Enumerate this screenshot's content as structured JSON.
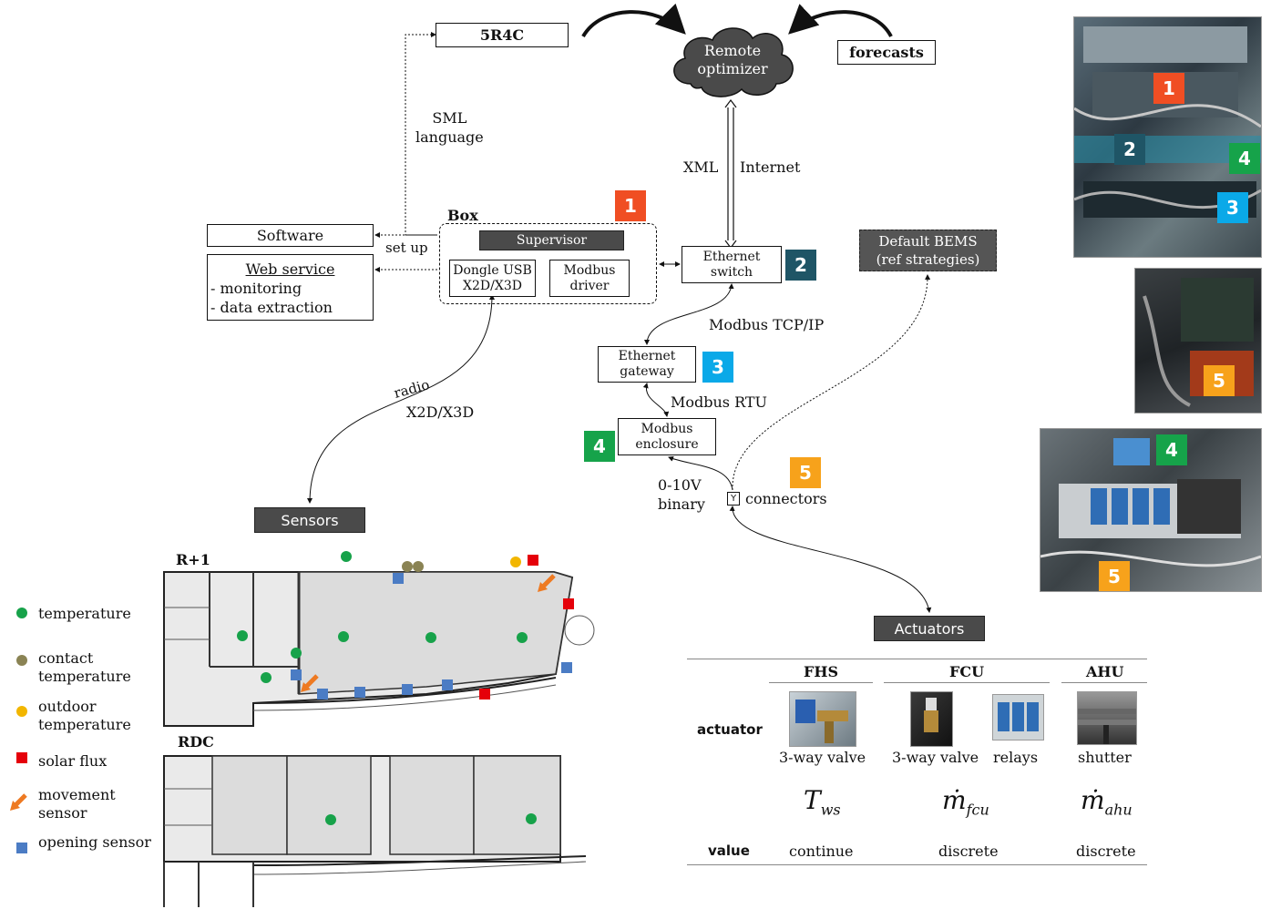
{
  "colors": {
    "badge1": "#f04e23",
    "badge2": "#1f5566",
    "badge3": "#0aa9e8",
    "badge4": "#16a34a",
    "badge5": "#f7a21b",
    "temperature": "#17a24a",
    "contact": "#8a8354",
    "outdoor": "#f2b600",
    "solar": "#e5000a",
    "opening": "#4b7cc4",
    "movement": "#ee7a22"
  },
  "top": {
    "s4": "5R4C",
    "remote": "Remote optimizer",
    "remote_l1": "Remote",
    "remote_l2": "optimizer",
    "forecasts": "forecasts",
    "sml_l1": "SML",
    "sml_l2": "language",
    "xml": "XML",
    "internet": "Internet"
  },
  "box": {
    "title": "Box",
    "supervisor": "Supervisor",
    "dongle_l1": "Dongle USB",
    "dongle_l2": "X2D/X3D",
    "modbus_l1": "Modbus",
    "modbus_l2": "driver",
    "setup": "set up"
  },
  "left": {
    "software": "Software",
    "web_service": "Web service",
    "monitoring": "monitoring",
    "extraction": "data extraction",
    "dash": "-"
  },
  "net": {
    "eth_switch_l1": "Ethernet",
    "eth_switch_l2": "switch",
    "default_l1": "Default BEMS",
    "default_l2": "(ref strategies)",
    "tcp": "Modbus TCP/IP",
    "eth_gw_l1": "Ethernet",
    "eth_gw_l2": "gateway",
    "rtu": "Modbus RTU",
    "enc_l1": "Modbus",
    "enc_l2": "enclosure",
    "v_l1": "0-10V",
    "v_l2": "binary",
    "connectors": "connectors",
    "conn_symbol": "Y",
    "radio": "radio",
    "x2d": "X2D/X3D",
    "sensors": "Sensors",
    "actuators": "Actuators"
  },
  "badges": [
    "1",
    "2",
    "3",
    "4",
    "5"
  ],
  "floors": {
    "r1": "R+1",
    "rdc": "RDC"
  },
  "legend": [
    {
      "icon": "green-dot",
      "lines": [
        "temperature"
      ]
    },
    {
      "icon": "olive-dot",
      "lines": [
        "contact",
        "temperature"
      ]
    },
    {
      "icon": "yellow-dot",
      "lines": [
        "outdoor",
        "temperature"
      ]
    },
    {
      "icon": "red-square",
      "lines": [
        "solar flux"
      ]
    },
    {
      "icon": "orange-arrow",
      "lines": [
        "movement",
        "sensor"
      ]
    },
    {
      "icon": "blue-square",
      "lines": [
        "opening sensor"
      ]
    }
  ],
  "table": {
    "groups": [
      "FHS",
      "FCU",
      "AHU"
    ],
    "row_actuator": "actuator",
    "row_value": "value",
    "devices": [
      "3-way valve",
      "3-way valve",
      "relays",
      "shutter"
    ],
    "symbols": [
      {
        "base": "T",
        "sub": "ws"
      },
      {
        "base": "ṁ",
        "sub": "fcu"
      },
      {
        "base": "ṁ",
        "sub": "ahu"
      }
    ],
    "values": [
      "continue",
      "discrete",
      "discrete"
    ]
  }
}
